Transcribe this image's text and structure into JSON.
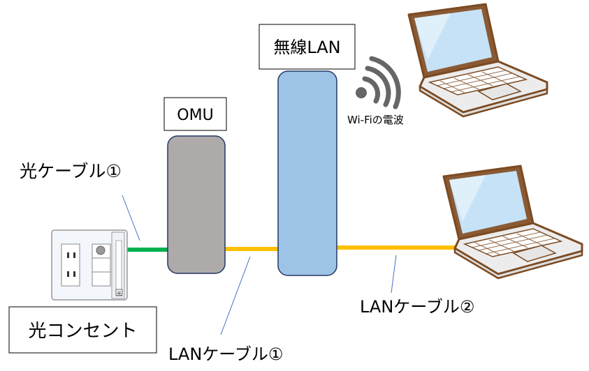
{
  "labels": {
    "musen_lan": "無線LAN",
    "omu": "OMU",
    "wifi": "Wi-Fiの電波",
    "hikari_cable": "光ケーブル①",
    "hikari_outlet": "光コンセント",
    "lan_cable_1": "LANケーブル①",
    "lan_cable_2": "LANケーブル②",
    "outlet_mark": "光"
  },
  "colors": {
    "omu": "#aeaaaa",
    "router": "#9dc3e6",
    "fiber_cable": "#00b050",
    "lan_cable": "#ffc000",
    "wifi_icon": "#666666",
    "laptop_outline": "#7b4a22",
    "leader_line": "#4472c4"
  }
}
